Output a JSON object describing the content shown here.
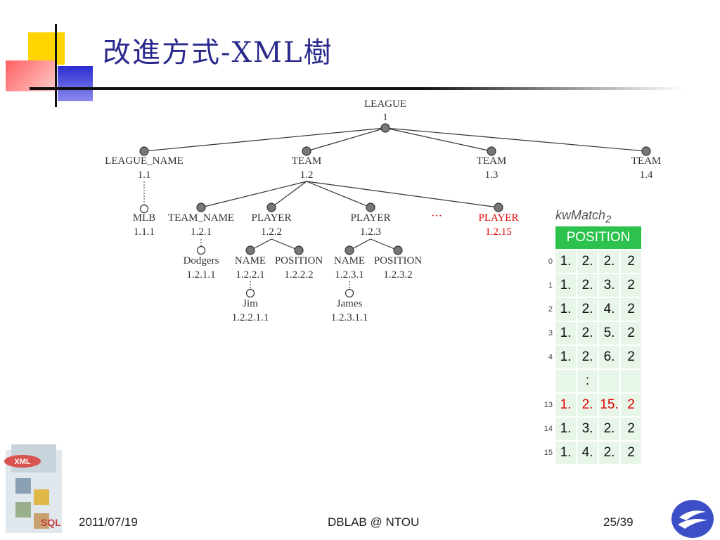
{
  "slide": {
    "title": "改進方式-XML樹",
    "footer": {
      "date": "2011/07/19",
      "center": "DBLAB @ NTOU",
      "page": "25/39"
    }
  },
  "colors": {
    "accent_green": "#2dc24e",
    "red": "#e00000",
    "title_blue": "#2a2a8c"
  },
  "tree": {
    "league": {
      "name": "LEAGUE",
      "id": "1"
    },
    "league_name": {
      "name": "LEAGUE_NAME",
      "id": "1.1"
    },
    "team1": {
      "name": "TEAM",
      "id": "1.2"
    },
    "team2": {
      "name": "TEAM",
      "id": "1.3"
    },
    "team3": {
      "name": "TEAM",
      "id": "1.4"
    },
    "mlb": {
      "name": "MLB",
      "id": "1.1.1"
    },
    "team_name": {
      "name": "TEAM_NAME",
      "id": "1.2.1"
    },
    "player1": {
      "name": "PLAYER",
      "id": "1.2.2"
    },
    "player2": {
      "name": "PLAYER",
      "id": "1.2.3"
    },
    "ellipsis": "···",
    "player15": {
      "name": "PLAYER",
      "id": "1.2.15"
    },
    "dodgers": {
      "name": "Dodgers",
      "id": "1.2.1.1"
    },
    "name1": {
      "name": "NAME",
      "id": "1.2.2.1"
    },
    "position1": {
      "name": "POSITION",
      "id": "1.2.2.2"
    },
    "name2": {
      "name": "NAME",
      "id": "1.2.3.1"
    },
    "position2": {
      "name": "POSITION",
      "id": "1.2.3.2"
    },
    "jim": {
      "name": "Jim",
      "id": "1.2.2.1.1"
    },
    "james": {
      "name": "James",
      "id": "1.2.3.1.1"
    }
  },
  "kwmatch": {
    "label": "kwMatch",
    "label_sub": "2",
    "header": "POSITION",
    "rows": [
      {
        "index": "0",
        "cells": [
          "1.",
          "2.",
          "2.",
          "2"
        ],
        "highlight": false
      },
      {
        "index": "1",
        "cells": [
          "1.",
          "2.",
          "3.",
          "2"
        ],
        "highlight": false
      },
      {
        "index": "2",
        "cells": [
          "1.",
          "2.",
          "4.",
          "2"
        ],
        "highlight": false
      },
      {
        "index": "3",
        "cells": [
          "1.",
          "2.",
          "5.",
          "2"
        ],
        "highlight": false
      },
      {
        "index": "4",
        "cells": [
          "1.",
          "2.",
          "6.",
          "2"
        ],
        "highlight": false
      },
      {
        "index": "",
        "cells": [
          "",
          ":",
          "",
          ""
        ],
        "highlight": false
      },
      {
        "index": "13",
        "cells": [
          "1.",
          "2.",
          "15.",
          "2"
        ],
        "highlight": true
      },
      {
        "index": "14",
        "cells": [
          "1.",
          "3.",
          "2.",
          "2"
        ],
        "highlight": false
      },
      {
        "index": "15",
        "cells": [
          "1.",
          "4.",
          "2.",
          "2"
        ],
        "highlight": false
      }
    ]
  },
  "logos": {
    "left_text": "XML",
    "left_sql": "SQL"
  }
}
